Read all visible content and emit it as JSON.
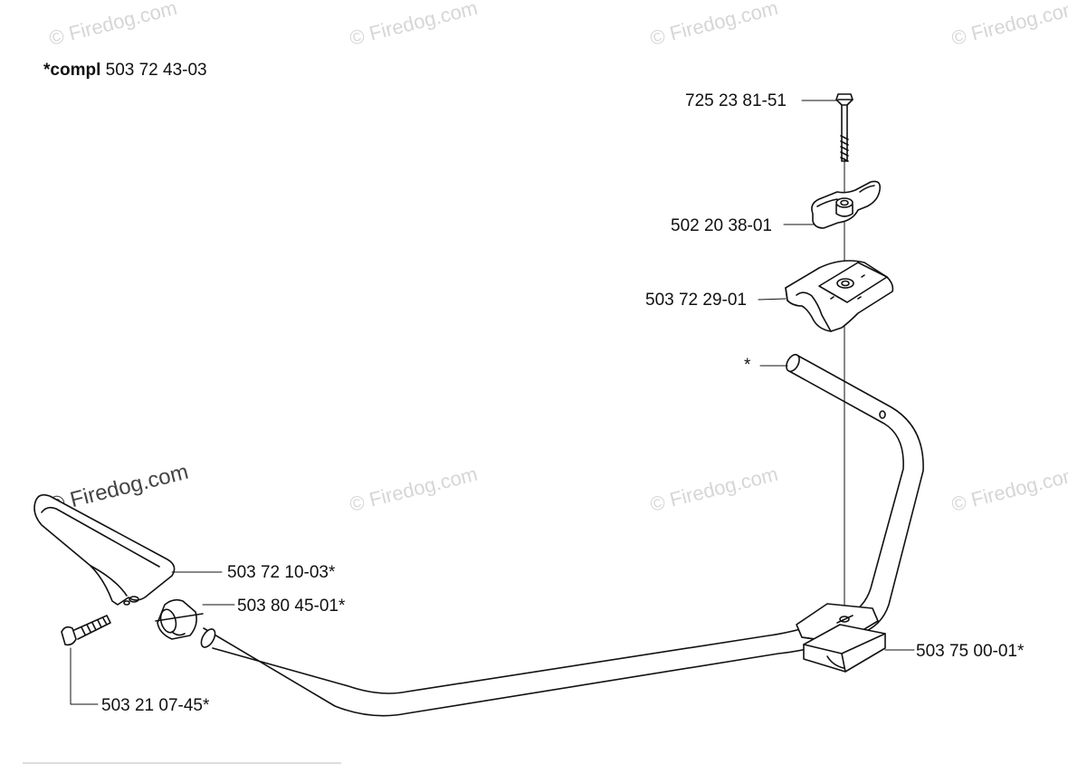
{
  "header": {
    "prefix": "*compl",
    "number": "503 72 43-03"
  },
  "watermark": "© Firedog.com",
  "parts": [
    {
      "id": "bolt",
      "number": "725 23 81-51"
    },
    {
      "id": "knob",
      "number": "502 20 38-01"
    },
    {
      "id": "clamp",
      "number": "503 72 29-01"
    },
    {
      "id": "asterisk",
      "number": "*"
    },
    {
      "id": "handle",
      "number": "503 72 10-03*"
    },
    {
      "id": "spacer",
      "number": "503 80 45-01*"
    },
    {
      "id": "bracket",
      "number": "503 75 00-01*"
    },
    {
      "id": "screw",
      "number": "503 21 07-45*"
    }
  ]
}
